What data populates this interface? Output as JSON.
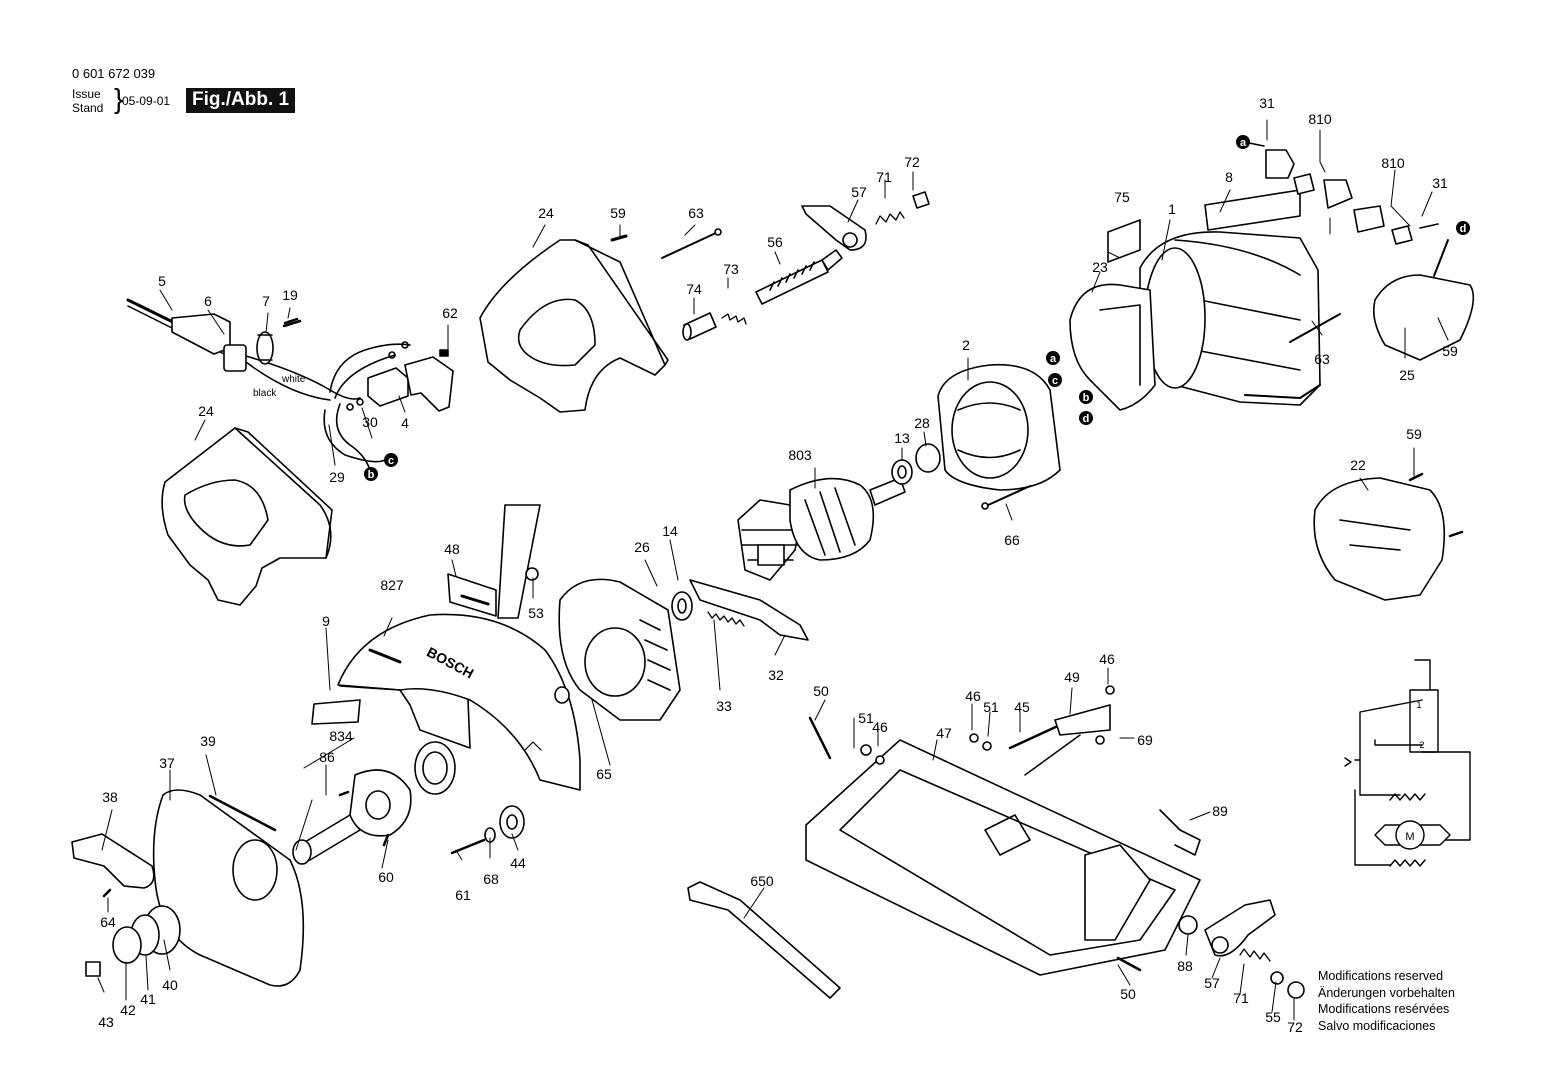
{
  "header": {
    "part_number": "0 601 672 039",
    "issue_label": "Issue",
    "stand_label": "Stand",
    "date": "05-09-01",
    "figure": "Fig./Abb. 1"
  },
  "wire_labels": {
    "white": "white",
    "black": "black"
  },
  "brand": "BOSCH",
  "part_labels": [
    "1",
    "2",
    "4",
    "5",
    "6",
    "7",
    "8",
    "9",
    "13",
    "14",
    "19",
    "22",
    "23",
    "24",
    "24",
    "25",
    "26",
    "28",
    "29",
    "30",
    "31",
    "31",
    "32",
    "33",
    "37",
    "38",
    "39",
    "40",
    "41",
    "42",
    "43",
    "44",
    "45",
    "46",
    "46",
    "46",
    "47",
    "48",
    "49",
    "50",
    "50",
    "51",
    "51",
    "53",
    "55",
    "56",
    "57",
    "57",
    "59",
    "59",
    "59",
    "60",
    "61",
    "62",
    "63",
    "63",
    "64",
    "65",
    "66",
    "68",
    "69",
    "71",
    "71",
    "72",
    "72",
    "73",
    "74",
    "75",
    "86",
    "88",
    "89",
    "650",
    "803",
    "810",
    "810",
    "827",
    "834"
  ],
  "connectors": [
    "a",
    "a",
    "b",
    "b",
    "c",
    "c",
    "d",
    "d"
  ],
  "schematic": {
    "motor": "M",
    "switch_pins": [
      "1",
      "2"
    ]
  },
  "notes": [
    "Modifications reserved",
    "Änderungen vorbehalten",
    "Modifications resérvées",
    "Salvo modificaciones"
  ]
}
